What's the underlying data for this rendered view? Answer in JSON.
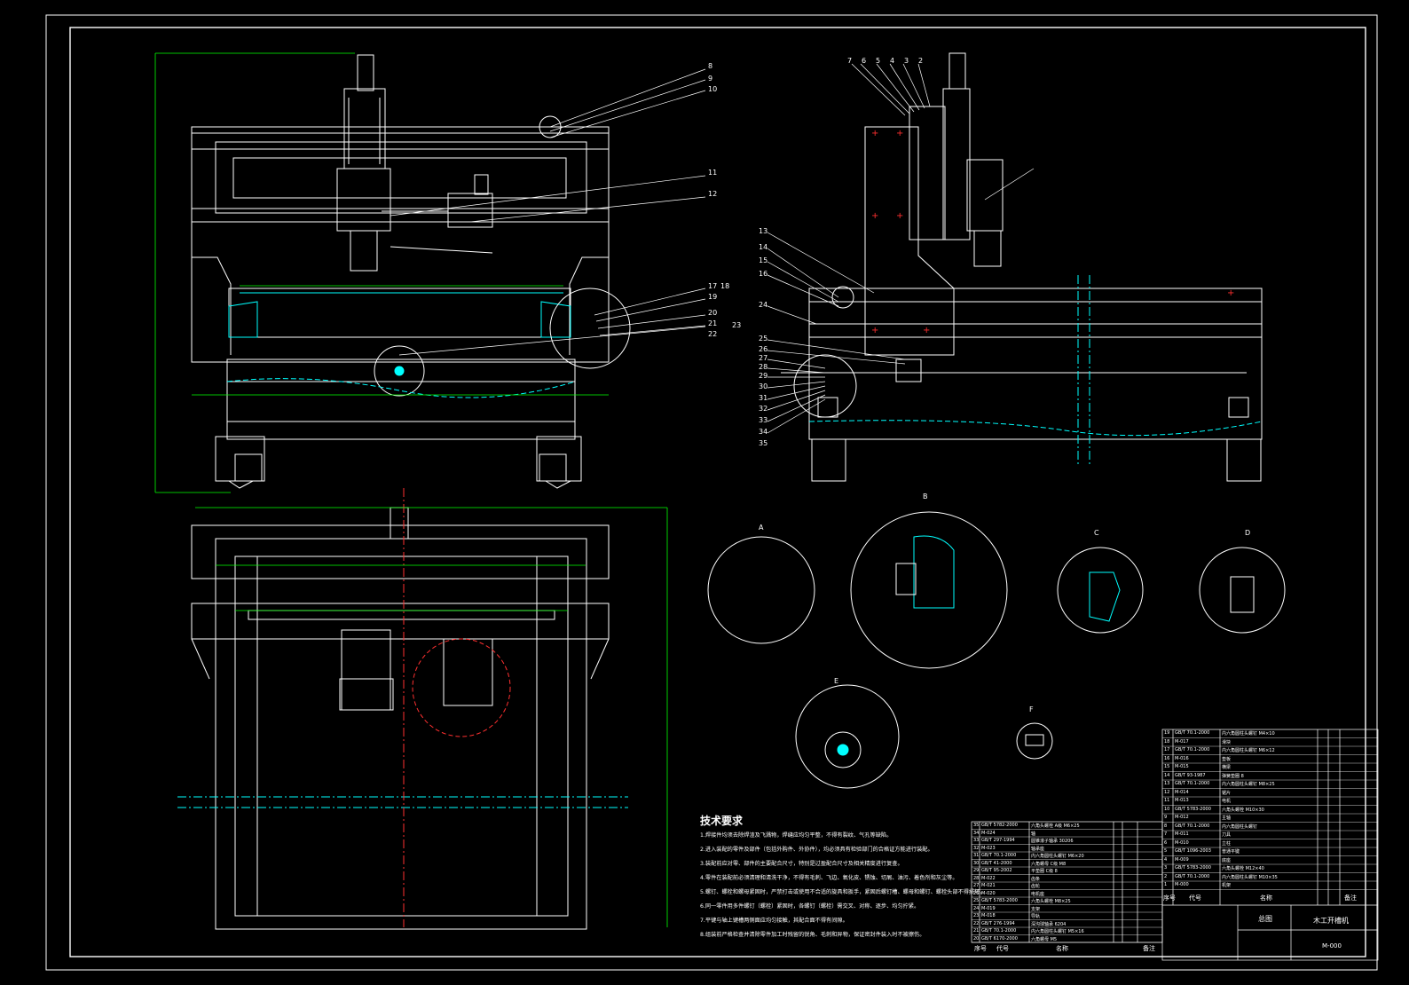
{
  "drawing": {
    "tech_requirements_title": "技术要求",
    "tech_requirements": [
      "1.焊接件均须去除焊渣及飞溅物，焊缝应均匀平整，不得有裂纹、气孔等缺陷。",
      "2.进入装配的零件及部件（包括外购件、外协件），均必须具有检验部门的合格证方能进行装配。",
      "3.装配前应对零、部件的主要配合尺寸，特别是过盈配合尺寸及相关精度进行复查。",
      "4.零件在装配前必须清理和清洗干净，不得有毛刺、飞边、氧化皮、锈蚀、切屑、油污、着色剂和灰尘等。",
      "5.螺钉、螺栓和螺母紧固时，严禁打击或使用不合适的旋具和扳手，紧固后螺钉槽、螺母和螺钉、螺栓头部不得损坏。",
      "6.同一零件用多件螺钉（螺栓）紧固时，各螺钉（螺栓）需交叉、对称、逐步、均匀拧紧。",
      "7.平键与轴上键槽两侧面应均匀接触，其配合面不得有间隙。",
      "8.组装前严格检查并清除零件加工时残留的锐角、毛刺和异物，保证密封件装入时不被擦伤。"
    ],
    "title_block": {
      "machine_name": "木工开槽机",
      "drawing_no": "M-000",
      "assembly_label": "总图",
      "col_code": "代号",
      "col_name": "名称",
      "col_note": "备注",
      "col_seq": "序号"
    }
  },
  "parts_list_left": [
    {
      "no": "35",
      "code": "GB/T 5782-2000",
      "name": "六角头螺栓 A级 M6×25"
    },
    {
      "no": "34",
      "code": "M-024",
      "name": "轴"
    },
    {
      "no": "33",
      "code": "GB/T 297-1994",
      "name": "圆锥滚子轴承 30206"
    },
    {
      "no": "32",
      "code": "M-023",
      "name": "轴承座"
    },
    {
      "no": "31",
      "code": "GB/T 70.1-2000",
      "name": "内六角圆柱头螺钉 M6×20"
    },
    {
      "no": "30",
      "code": "GB/T 41-2000",
      "name": "六角螺母 C级 M8"
    },
    {
      "no": "29",
      "code": "GB/T 95-2002",
      "name": "平垫圈 C级 8"
    },
    {
      "no": "28",
      "code": "M-022",
      "name": "齿条"
    },
    {
      "no": "27",
      "code": "M-021",
      "name": "齿轮"
    },
    {
      "no": "26",
      "code": "M-020",
      "name": "电机座"
    },
    {
      "no": "25",
      "code": "GB/T 5783-2000",
      "name": "六角头螺栓 M8×25"
    },
    {
      "no": "24",
      "code": "M-019",
      "name": "支架"
    },
    {
      "no": "23",
      "code": "M-018",
      "name": "导轨"
    },
    {
      "no": "22",
      "code": "GB/T 276-1994",
      "name": "深沟球轴承 6204"
    },
    {
      "no": "21",
      "code": "GB/T 70.1-2000",
      "name": "内六角圆柱头螺钉 M5×16"
    },
    {
      "no": "20",
      "code": "GB/T 6170-2000",
      "name": "六角螺母 M5"
    }
  ],
  "parts_list_right": [
    {
      "no": "19",
      "code": "GB/T 70.1-2000",
      "name": "内六角圆柱头螺钉 M4×10"
    },
    {
      "no": "18",
      "code": "M-017",
      "name": "滑块"
    },
    {
      "no": "17",
      "code": "GB/T 70.1-2000",
      "name": "内六角圆柱头螺钉 M6×12"
    },
    {
      "no": "16",
      "code": "M-016",
      "name": "垫板"
    },
    {
      "no": "15",
      "code": "M-015",
      "name": "横梁"
    },
    {
      "no": "14",
      "code": "GB/T 93-1987",
      "name": "弹簧垫圈 8"
    },
    {
      "no": "13",
      "code": "GB/T 70.1-2000",
      "name": "内六角圆柱头螺钉 M8×25"
    },
    {
      "no": "12",
      "code": "M-014",
      "name": "锯片"
    },
    {
      "no": "11",
      "code": "M-013",
      "name": "电机"
    },
    {
      "no": "10",
      "code": "GB/T 5783-2000",
      "name": "六角头螺栓 M10×30"
    },
    {
      "no": "9",
      "code": "M-012",
      "name": "主轴"
    },
    {
      "no": "8",
      "code": "GB/T 70.1-2000",
      "name": "内六角圆柱头螺钉"
    },
    {
      "no": "7",
      "code": "M-011",
      "name": "刀具"
    },
    {
      "no": "6",
      "code": "M-010",
      "name": "立柱"
    },
    {
      "no": "5",
      "code": "GB/T 1096-2003",
      "name": "普通平键"
    },
    {
      "no": "4",
      "code": "M-009",
      "name": "底座"
    },
    {
      "no": "3",
      "code": "GB/T 5783-2000",
      "name": "六角头螺栓 M12×40"
    },
    {
      "no": "2",
      "code": "GB/T 70.1-2000",
      "name": "内六角圆柱头螺钉 M10×35"
    },
    {
      "no": "1",
      "code": "M-000",
      "name": "机架"
    }
  ],
  "balloons_front": [
    "8",
    "9",
    "10",
    "11",
    "12",
    "17",
    "18",
    "19",
    "20",
    "21",
    "22",
    "23"
  ],
  "balloons_side_top": [
    "7",
    "6",
    "5",
    "4",
    "3",
    "2"
  ],
  "balloons_side_left": [
    "13",
    "14",
    "15",
    "16",
    "24",
    "25",
    "26",
    "27",
    "28",
    "29",
    "30",
    "31",
    "32",
    "33",
    "34",
    "35"
  ],
  "detail_labels": [
    "A",
    "B",
    "C",
    "D",
    "E",
    "F"
  ],
  "colors": {
    "line": "#ffffff",
    "dim": "#00ff00",
    "center": "#ff3030",
    "hatch": "#00ffff",
    "leader": "#ffffff"
  }
}
